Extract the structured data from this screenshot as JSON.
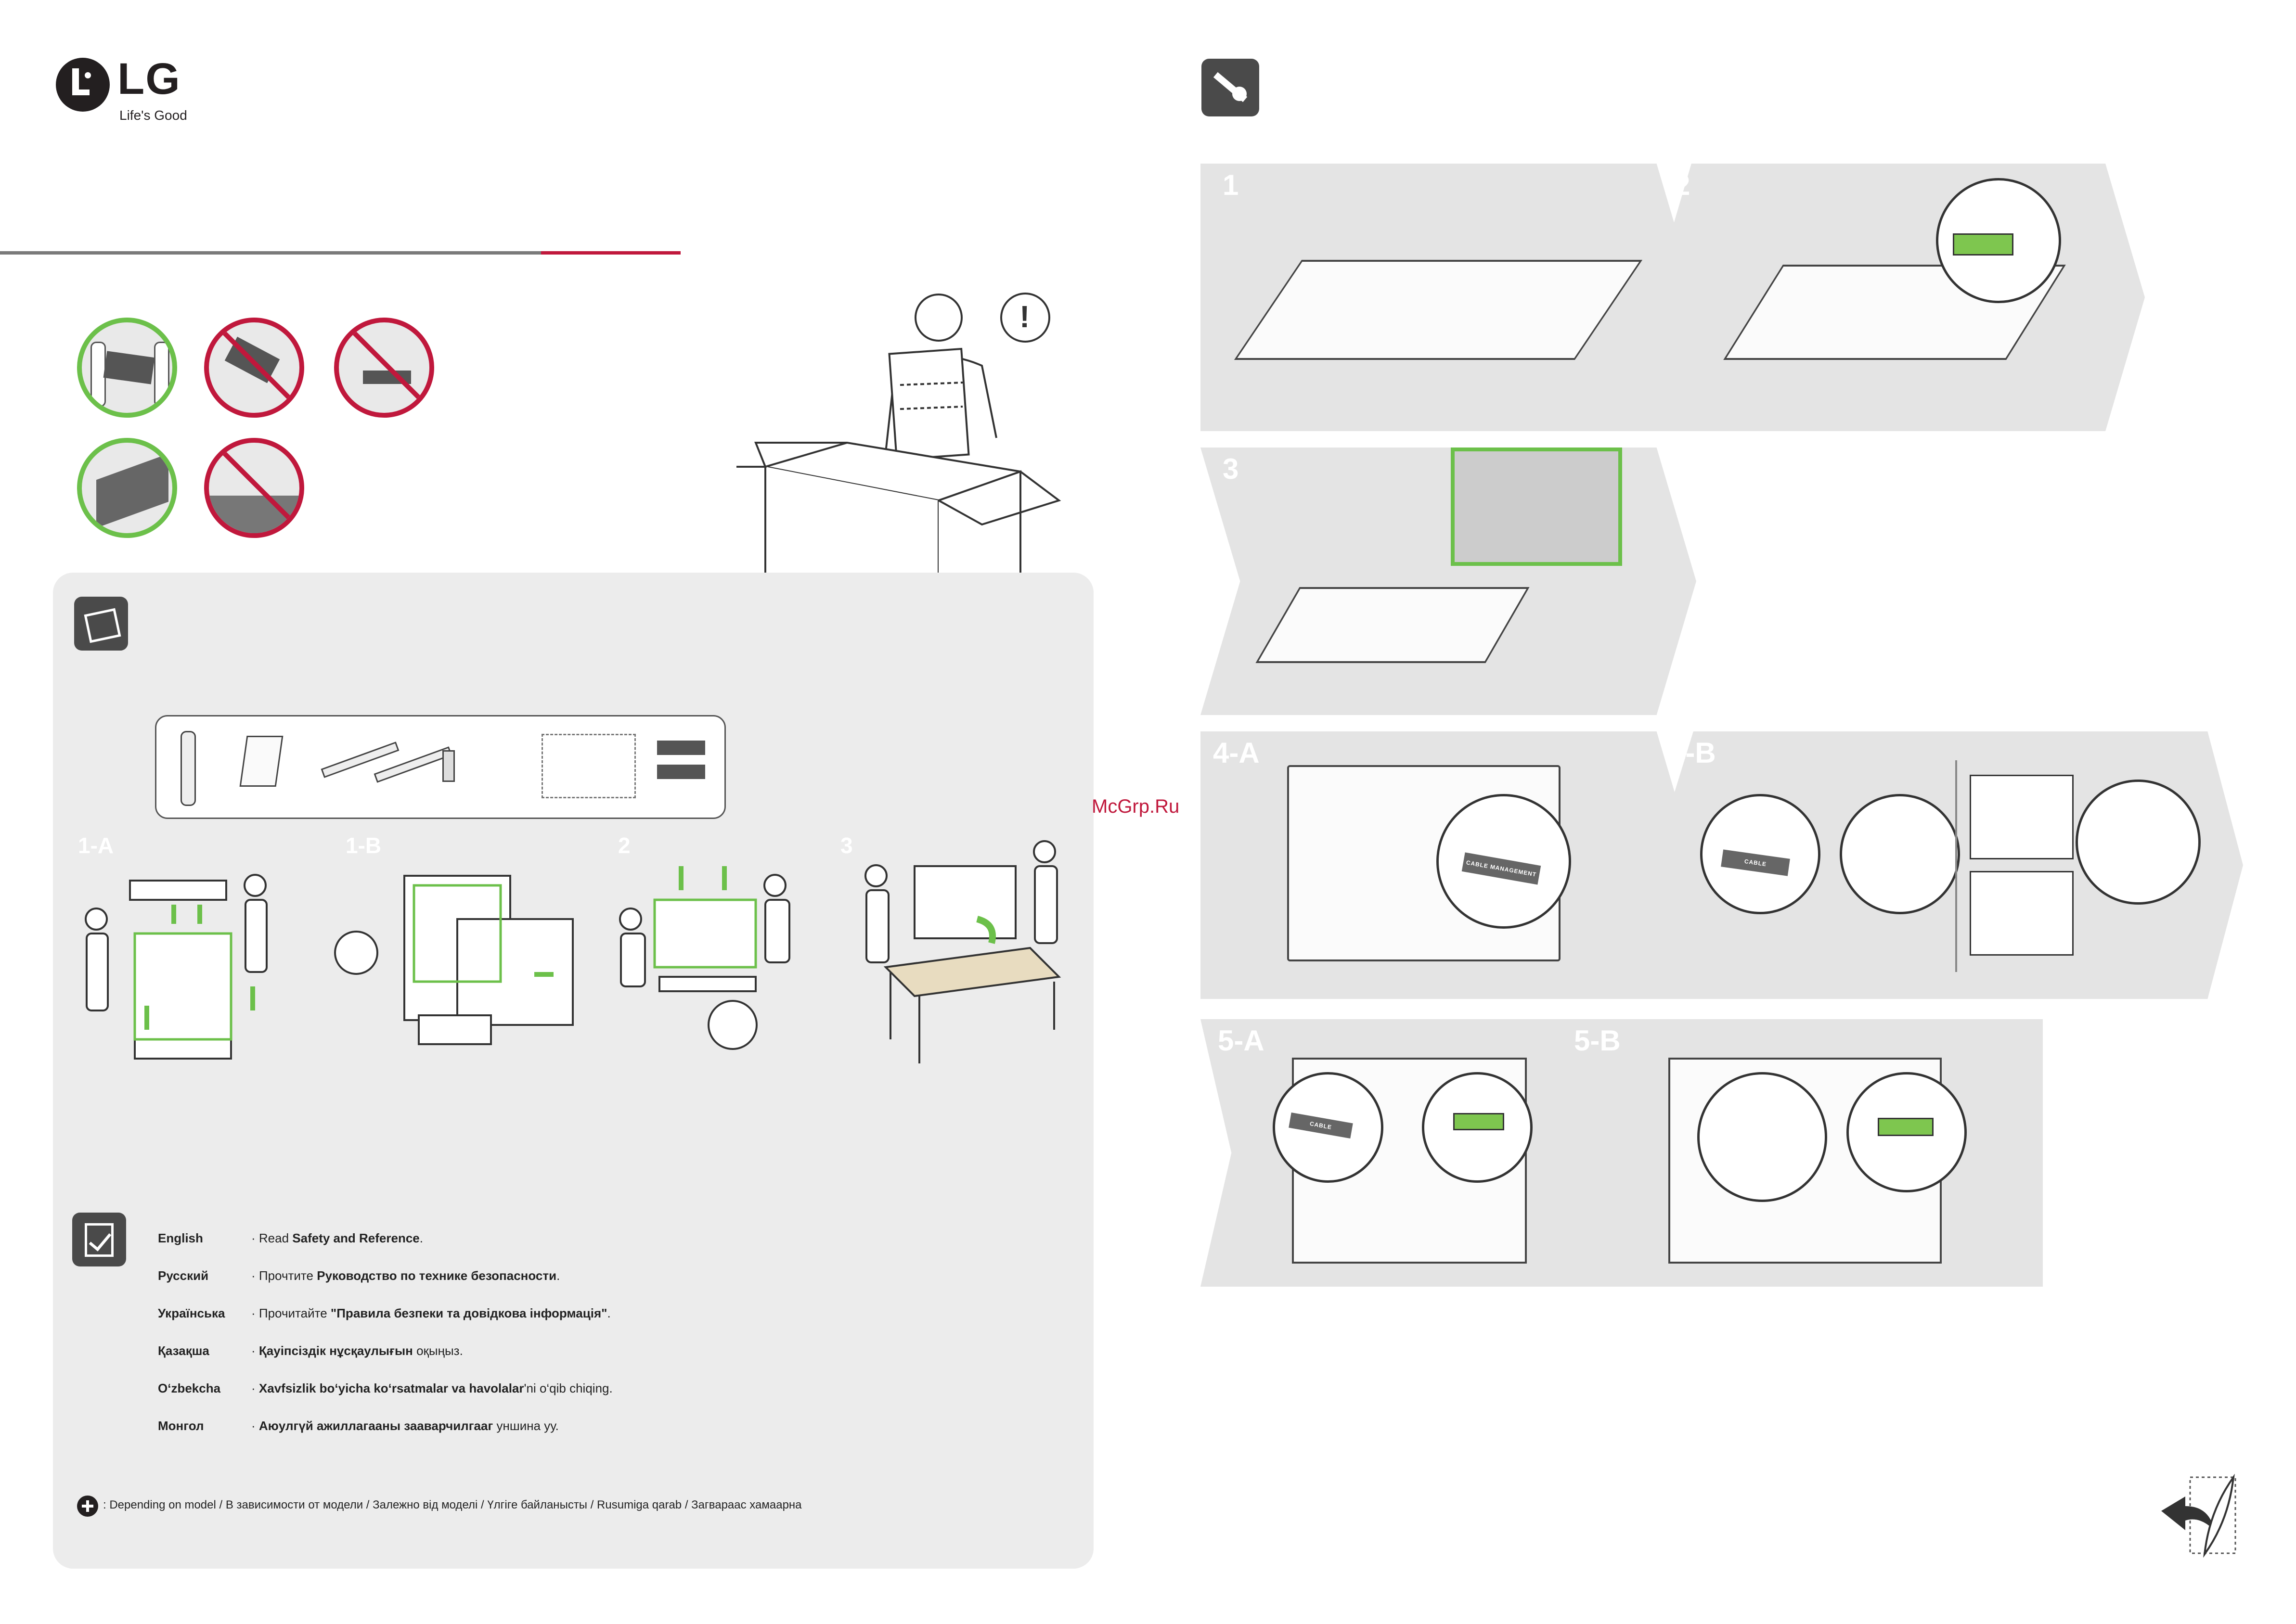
{
  "brand": {
    "name": "LG",
    "slogan": "Life's Good"
  },
  "watermark": "McGrp.Ru",
  "left_steps": {
    "a": "1-A",
    "b": "1-B",
    "c": "2",
    "d": "3"
  },
  "right_steps": {
    "s1": "1",
    "s2": "2",
    "s3": "3",
    "s4a": "4-A",
    "s4b": "4-B",
    "s5a": "5-A",
    "s5b": "5-B"
  },
  "safety": {
    "rows": [
      {
        "lang": "English",
        "pre": "Read ",
        "bold": "Safety and Reference",
        "post": "."
      },
      {
        "lang": "Русский",
        "pre": "Прочтите ",
        "bold": "Руководство по технике безопасности",
        "post": "."
      },
      {
        "lang": "Українська",
        "pre": "Прочитайте ",
        "bold": "\"Правила безпеки та довідкова інформація\"",
        "post": "."
      },
      {
        "lang": "Қазақша",
        "pre": "",
        "bold": "Қауіпсіздік нұсқаулығын",
        "post": " оқыңыз."
      },
      {
        "lang": "O‘zbekcha",
        "pre": "",
        "bold": "Xavfsizlik bo‘yicha ko‘rsatmalar va havolalar",
        "post": "'ni  o‘qib chiqing."
      },
      {
        "lang": "Монгол",
        "pre": "",
        "bold": "Аюулгүй ажиллагааны зааварчилгааг",
        "post": " уншина уу."
      }
    ],
    "bullet": "·"
  },
  "footnote": ": Depending on model / В зависимости от модели / Залежно від моделі / Үлгіге байланысты / Rusumiga qarab / Загвараас хамаарна",
  "cable_tag": "CABLE MANAGEMENT",
  "colors": {
    "accent_green": "#6cc04a",
    "brand_red": "#c0183c",
    "dark": "#231f20",
    "panel": "#ececec"
  },
  "icons": [
    "lg-logo-icon",
    "tools-icon",
    "unbox-icon",
    "checklist-icon",
    "plus-circle-icon",
    "page-turn-icon",
    "warning-icon"
  ]
}
